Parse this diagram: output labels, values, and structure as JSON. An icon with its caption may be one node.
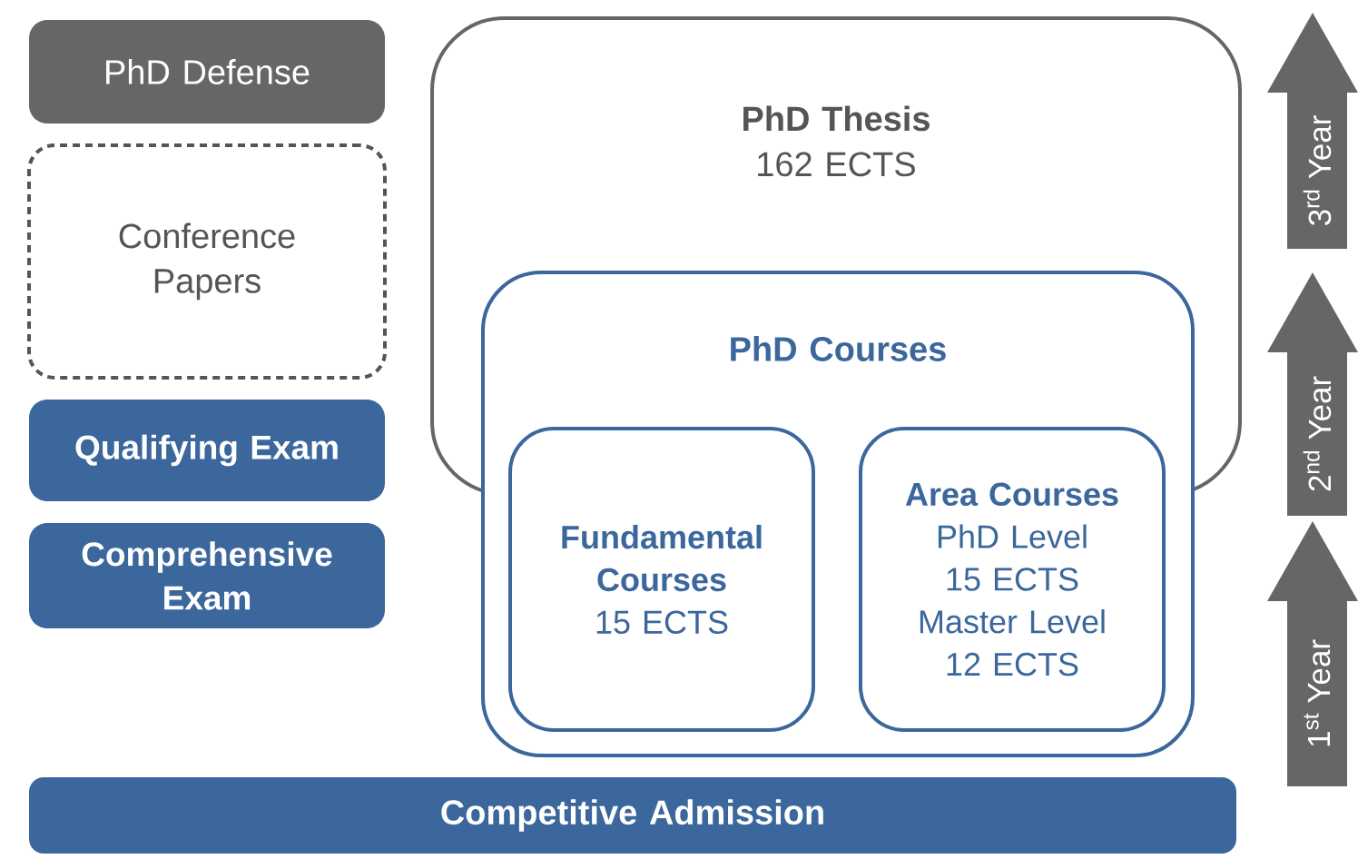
{
  "diagram": {
    "nodes": [
      {
        "text": [
          "PhD Defense"
        ]
      },
      {
        "text": [
          "Conference Papers"
        ]
      },
      {
        "text": [
          "Qualifying Exam"
        ]
      },
      {
        "text": [
          "Comprehensive Exam"
        ]
      },
      {
        "text": [
          "PhD Thesis",
          "162 ECTS"
        ]
      },
      {
        "text": [
          "PhD Courses"
        ]
      },
      {
        "text": [
          "Fundamental Courses",
          "15 ECTS"
        ],
        "in": 5
      },
      {
        "text": [
          "Area Courses",
          "PhD Level 15 ECTS",
          "Master Level 12 ECTS"
        ],
        "in": 5
      },
      {
        "text": [
          "Competitive Admission"
        ]
      },
      {
        "text": [
          "3$^{rd}$ Year"
        ]
      },
      {
        "text": [
          "2$^{nd}$ Year"
        ]
      },
      {
        "text": [
          "1$^{st}$ Year"
        ]
      }
    ]
  }
}
